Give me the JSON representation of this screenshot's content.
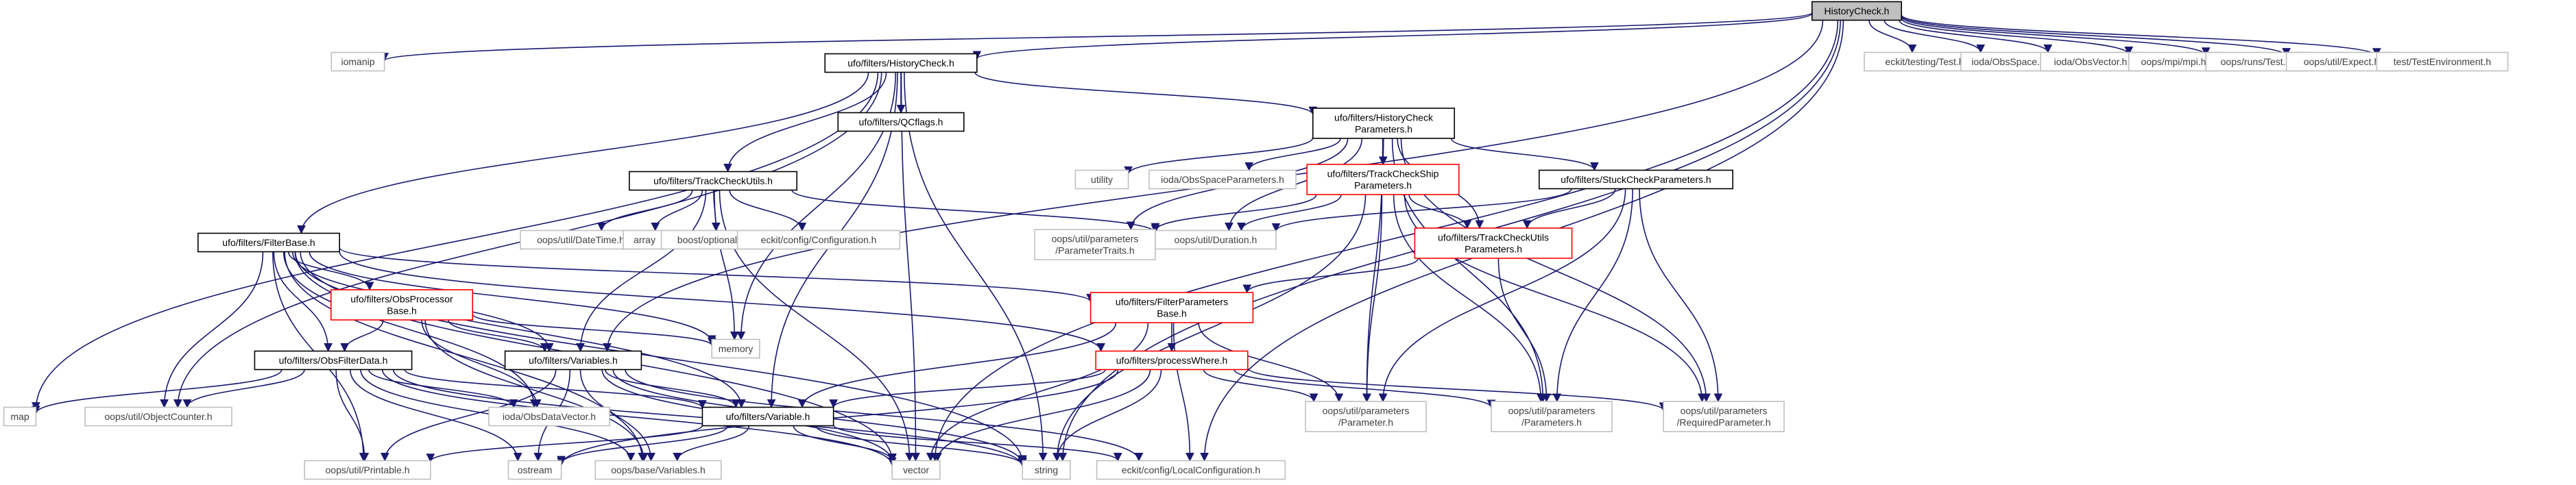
{
  "graph": {
    "nodes": [
      {
        "id": "root",
        "lines": [
          "HistoryCheck.h"
        ],
        "style": "root"
      },
      {
        "id": "iomanip",
        "lines": [
          "iomanip"
        ],
        "style": "plain"
      },
      {
        "id": "hist",
        "lines": [
          "ufo/filters/HistoryCheck.h"
        ],
        "style": "normal"
      },
      {
        "id": "eckit_test",
        "lines": [
          "eckit/testing/Test.h"
        ],
        "style": "plain"
      },
      {
        "id": "obsspace",
        "lines": [
          "ioda/ObsSpace.h"
        ],
        "style": "plain"
      },
      {
        "id": "obsvector",
        "lines": [
          "ioda/ObsVector.h"
        ],
        "style": "plain"
      },
      {
        "id": "mpi",
        "lines": [
          "oops/mpi/mpi.h"
        ],
        "style": "plain"
      },
      {
        "id": "runs_test",
        "lines": [
          "oops/runs/Test.h"
        ],
        "style": "plain"
      },
      {
        "id": "expect",
        "lines": [
          "oops/util/Expect.h"
        ],
        "style": "plain"
      },
      {
        "id": "testenv",
        "lines": [
          "test/TestEnvironment.h"
        ],
        "style": "plain"
      },
      {
        "id": "qcflags",
        "lines": [
          "ufo/filters/QCflags.h"
        ],
        "style": "normal"
      },
      {
        "id": "histparams",
        "lines": [
          "ufo/filters/HistoryCheck",
          "Parameters.h"
        ],
        "style": "normal"
      },
      {
        "id": "utility",
        "lines": [
          "utility"
        ],
        "style": "plain"
      },
      {
        "id": "obsspaceparams",
        "lines": [
          "ioda/ObsSpaceParameters.h"
        ],
        "style": "plain"
      },
      {
        "id": "shipparams",
        "lines": [
          "ufo/filters/TrackCheckShip",
          "Parameters.h"
        ],
        "style": "red"
      },
      {
        "id": "stuckparams",
        "lines": [
          "ufo/filters/StuckCheckParameters.h"
        ],
        "style": "normal"
      },
      {
        "id": "trackutils",
        "lines": [
          "ufo/filters/TrackCheckUtils.h"
        ],
        "style": "normal"
      },
      {
        "id": "datetime",
        "lines": [
          "oops/util/DateTime.h"
        ],
        "style": "plain"
      },
      {
        "id": "array",
        "lines": [
          "array"
        ],
        "style": "plain"
      },
      {
        "id": "boostopt",
        "lines": [
          "boost/optional.hpp"
        ],
        "style": "plain"
      },
      {
        "id": "eckitconf",
        "lines": [
          "eckit/config/Configuration.h"
        ],
        "style": "plain"
      },
      {
        "id": "paramtraits",
        "lines": [
          "oops/util/parameters",
          "/ParameterTraits.h"
        ],
        "style": "plain"
      },
      {
        "id": "duration",
        "lines": [
          "oops/util/Duration.h"
        ],
        "style": "plain"
      },
      {
        "id": "trackutilsparams",
        "lines": [
          "ufo/filters/TrackCheckUtils",
          "Parameters.h"
        ],
        "style": "red"
      },
      {
        "id": "filterbase",
        "lines": [
          "ufo/filters/FilterBase.h"
        ],
        "style": "normal"
      },
      {
        "id": "obsproc",
        "lines": [
          "ufo/filters/ObsProcessor",
          "Base.h"
        ],
        "style": "red"
      },
      {
        "id": "filterparams",
        "lines": [
          "ufo/filters/FilterParameters",
          "Base.h"
        ],
        "style": "red"
      },
      {
        "id": "memory",
        "lines": [
          "memory"
        ],
        "style": "plain"
      },
      {
        "id": "obsfilterdata",
        "lines": [
          "ufo/filters/ObsFilterData.h"
        ],
        "style": "normal"
      },
      {
        "id": "variables",
        "lines": [
          "ufo/filters/Variables.h"
        ],
        "style": "normal"
      },
      {
        "id": "processwhere",
        "lines": [
          "ufo/filters/processWhere.h"
        ],
        "style": "red"
      },
      {
        "id": "map",
        "lines": [
          "map"
        ],
        "style": "plain"
      },
      {
        "id": "objcounter",
        "lines": [
          "oops/util/ObjectCounter.h"
        ],
        "style": "plain"
      },
      {
        "id": "iodadatavec",
        "lines": [
          "ioda/ObsDataVector.h"
        ],
        "style": "plain"
      },
      {
        "id": "variable",
        "lines": [
          "ufo/filters/Variable.h"
        ],
        "style": "normal"
      },
      {
        "id": "parameter",
        "lines": [
          "oops/util/parameters",
          "/Parameter.h"
        ],
        "style": "plain"
      },
      {
        "id": "parameters",
        "lines": [
          "oops/util/parameters",
          "/Parameters.h"
        ],
        "style": "plain"
      },
      {
        "id": "reqparam",
        "lines": [
          "oops/util/parameters",
          "/RequiredParameter.h"
        ],
        "style": "plain"
      },
      {
        "id": "printable",
        "lines": [
          "oops/util/Printable.h"
        ],
        "style": "plain"
      },
      {
        "id": "ostream",
        "lines": [
          "ostream"
        ],
        "style": "plain"
      },
      {
        "id": "basevars",
        "lines": [
          "oops/base/Variables.h"
        ],
        "style": "plain"
      },
      {
        "id": "vector",
        "lines": [
          "vector"
        ],
        "style": "plain"
      },
      {
        "id": "string",
        "lines": [
          "string"
        ],
        "style": "plain"
      },
      {
        "id": "localconf",
        "lines": [
          "eckit/config/LocalConfiguration.h"
        ],
        "style": "plain"
      }
    ],
    "edges": [
      [
        "root",
        "iomanip"
      ],
      [
        "root",
        "hist"
      ],
      [
        "root",
        "eckit_test"
      ],
      [
        "root",
        "obsspace"
      ],
      [
        "root",
        "obsvector"
      ],
      [
        "root",
        "mpi"
      ],
      [
        "root",
        "runs_test"
      ],
      [
        "root",
        "expect"
      ],
      [
        "root",
        "testenv"
      ],
      [
        "root",
        "vector"
      ],
      [
        "root",
        "string"
      ],
      [
        "root",
        "localconf"
      ],
      [
        "root",
        "variables"
      ],
      [
        "hist",
        "map"
      ],
      [
        "hist",
        "qcflags"
      ],
      [
        "hist",
        "histparams"
      ],
      [
        "hist",
        "trackutils"
      ],
      [
        "hist",
        "filterbase"
      ],
      [
        "hist",
        "objcounter"
      ],
      [
        "hist",
        "memory"
      ],
      [
        "hist",
        "vector"
      ],
      [
        "hist",
        "string"
      ],
      [
        "hist",
        "variable"
      ],
      [
        "histparams",
        "utility"
      ],
      [
        "histparams",
        "obsspaceparams"
      ],
      [
        "histparams",
        "shipparams"
      ],
      [
        "histparams",
        "stuckparams"
      ],
      [
        "histparams",
        "trackutilsparams"
      ],
      [
        "histparams",
        "paramtraits"
      ],
      [
        "histparams",
        "duration"
      ],
      [
        "histparams",
        "parameter"
      ],
      [
        "histparams",
        "parameters"
      ],
      [
        "histparams",
        "reqparam"
      ],
      [
        "shipparams",
        "duration"
      ],
      [
        "shipparams",
        "paramtraits"
      ],
      [
        "shipparams",
        "trackutilsparams"
      ],
      [
        "shipparams",
        "parameter"
      ],
      [
        "shipparams",
        "parameters"
      ],
      [
        "shipparams",
        "reqparam"
      ],
      [
        "shipparams",
        "string"
      ],
      [
        "stuckparams",
        "duration"
      ],
      [
        "stuckparams",
        "trackutilsparams"
      ],
      [
        "stuckparams",
        "parameter"
      ],
      [
        "stuckparams",
        "parameters"
      ],
      [
        "stuckparams",
        "reqparam"
      ],
      [
        "trackutilsparams",
        "filterparams"
      ],
      [
        "trackutilsparams",
        "parameters"
      ],
      [
        "trackutils",
        "datetime"
      ],
      [
        "trackutils",
        "array"
      ],
      [
        "trackutils",
        "boostopt"
      ],
      [
        "trackutils",
        "eckitconf"
      ],
      [
        "trackutils",
        "duration"
      ],
      [
        "trackutils",
        "vector"
      ],
      [
        "trackutils",
        "memory"
      ],
      [
        "trackutils",
        "variables"
      ],
      [
        "filterbase",
        "obsproc"
      ],
      [
        "filterbase",
        "filterparams"
      ],
      [
        "filterbase",
        "memory"
      ],
      [
        "filterbase",
        "obsfilterdata"
      ],
      [
        "filterbase",
        "variables"
      ],
      [
        "filterbase",
        "processwhere"
      ],
      [
        "filterbase",
        "objcounter"
      ],
      [
        "filterbase",
        "iodadatavec"
      ],
      [
        "filterbase",
        "printable"
      ],
      [
        "filterbase",
        "basevars"
      ],
      [
        "filterbase",
        "vector"
      ],
      [
        "filterbase",
        "string"
      ],
      [
        "filterbase",
        "variable"
      ],
      [
        "obsproc",
        "memory"
      ],
      [
        "obsproc",
        "obsfilterdata"
      ],
      [
        "obsproc",
        "variables"
      ],
      [
        "obsproc",
        "iodadatavec"
      ],
      [
        "obsproc",
        "basevars"
      ],
      [
        "filterparams",
        "processwhere"
      ],
      [
        "filterparams",
        "parameter"
      ],
      [
        "filterparams",
        "variable"
      ],
      [
        "filterparams",
        "vector"
      ],
      [
        "filterparams",
        "localconf"
      ],
      [
        "obsfilterdata",
        "map"
      ],
      [
        "obsfilterdata",
        "objcounter"
      ],
      [
        "obsfilterdata",
        "iodadatavec"
      ],
      [
        "obsfilterdata",
        "variable"
      ],
      [
        "obsfilterdata",
        "printable"
      ],
      [
        "obsfilterdata",
        "ostream"
      ],
      [
        "obsfilterdata",
        "basevars"
      ],
      [
        "obsfilterdata",
        "vector"
      ],
      [
        "obsfilterdata",
        "string"
      ],
      [
        "variables",
        "variable"
      ],
      [
        "variables",
        "printable"
      ],
      [
        "variables",
        "ostream"
      ],
      [
        "variables",
        "basevars"
      ],
      [
        "variables",
        "vector"
      ],
      [
        "variables",
        "string"
      ],
      [
        "variables",
        "localconf"
      ],
      [
        "processwhere",
        "variable"
      ],
      [
        "processwhere",
        "parameter"
      ],
      [
        "processwhere",
        "parameters"
      ],
      [
        "processwhere",
        "reqparam"
      ],
      [
        "processwhere",
        "vector"
      ],
      [
        "processwhere",
        "string"
      ],
      [
        "processwhere",
        "ostream"
      ],
      [
        "variable",
        "printable"
      ],
      [
        "variable",
        "ostream"
      ],
      [
        "variable",
        "string"
      ],
      [
        "variable",
        "vector"
      ],
      [
        "variable",
        "localconf"
      ],
      [
        "variable",
        "basevars"
      ]
    ]
  }
}
